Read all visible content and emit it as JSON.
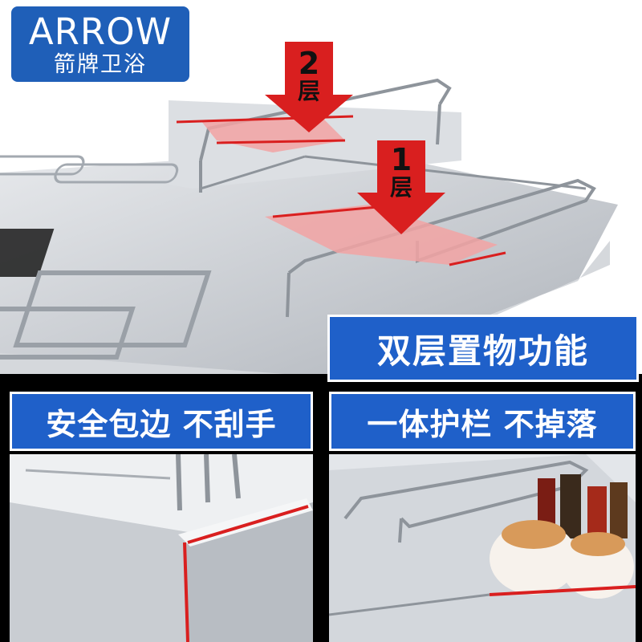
{
  "brand": {
    "name_en": "ARROW",
    "name_cn": "箭牌卫浴",
    "color": "#1f5fb8"
  },
  "hero": {
    "layer_top": {
      "number": "2",
      "unit": "层"
    },
    "layer_bottom": {
      "number": "1",
      "unit": "层"
    },
    "arrow_color": "#d91f1f"
  },
  "features": {
    "main": "双层置物功能",
    "left": "安全包边 不刮手",
    "right": "一体护栏 不掉落",
    "banner_color": "#1f60c9"
  }
}
